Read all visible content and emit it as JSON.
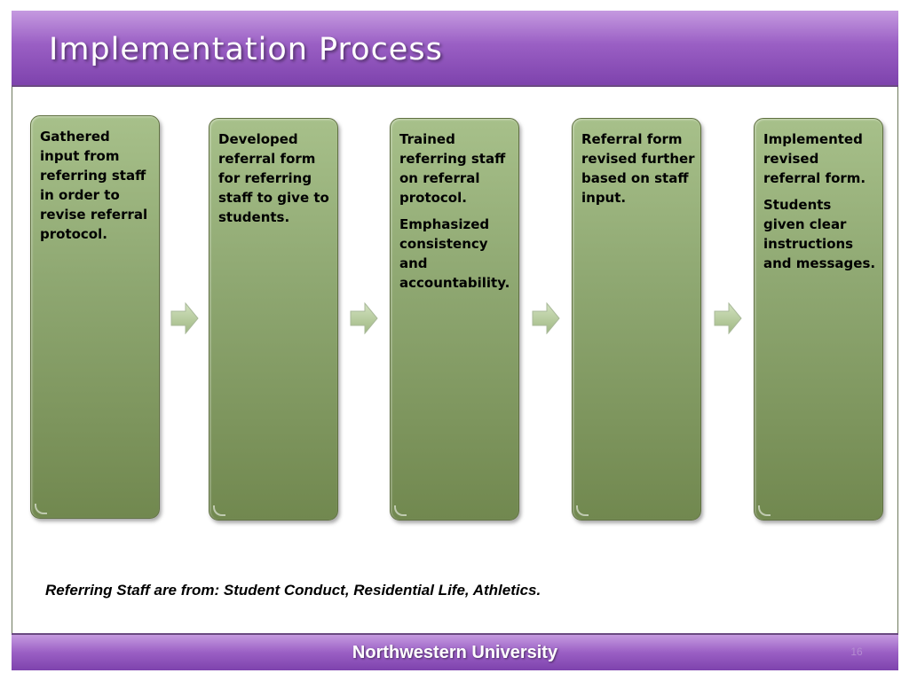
{
  "slide": {
    "title": "Implementation Process",
    "steps": [
      {
        "paragraphs": [
          "Gathered input from referring staff in order to revise referral protocol."
        ]
      },
      {
        "paragraphs": [
          "Developed referral form for referring staff to give to students."
        ]
      },
      {
        "paragraphs": [
          "Trained referring staff on referral protocol.",
          "Emphasized consistency and accountability."
        ]
      },
      {
        "paragraphs": [
          "Referral form revised further based on staff input."
        ]
      },
      {
        "paragraphs": [
          "Implemented revised referral form.",
          "Students given clear instructions and messages."
        ]
      }
    ],
    "arrow_icon": "right-arrow-icon",
    "footnote": "Referring Staff are from: Student Conduct, Residential Life, Athletics.",
    "footer": "Northwestern University",
    "page_number": "16"
  },
  "colors": {
    "title_bar": "#9a5fc4",
    "box_fill": "#8fa872",
    "arrow_fill": "#b5cc98"
  }
}
